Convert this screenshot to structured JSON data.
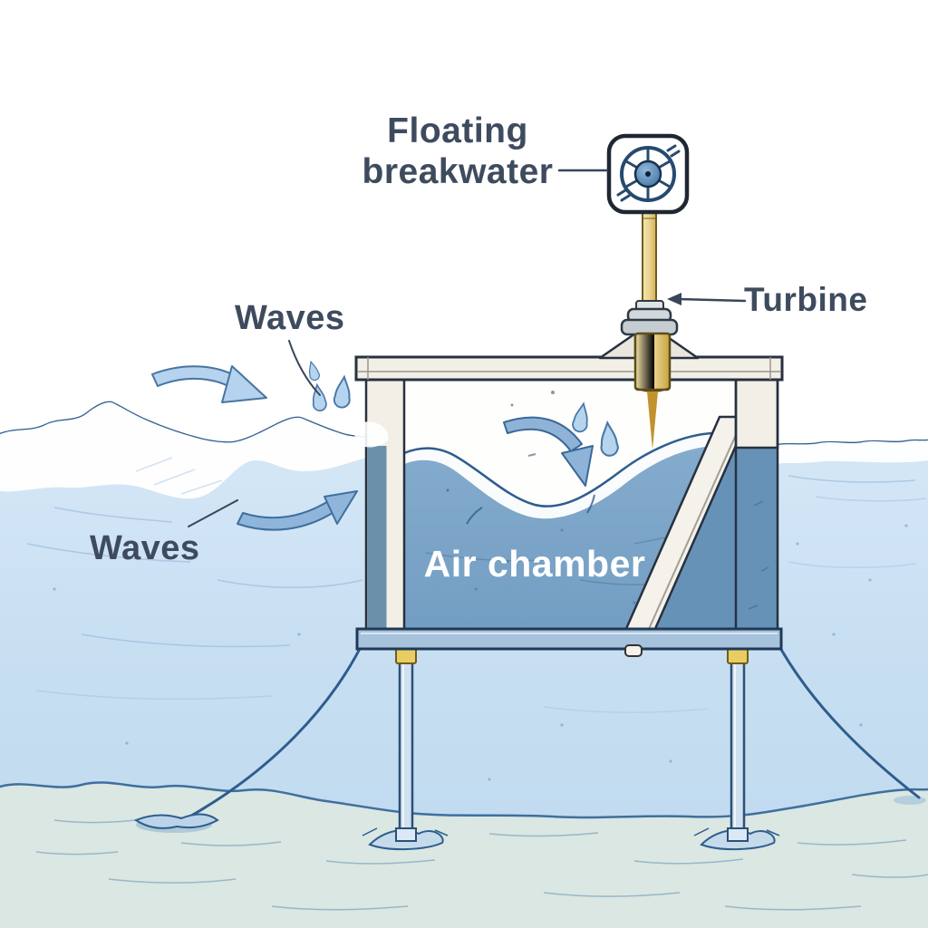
{
  "diagram": {
    "type": "oscillating-water-column floating breakwater schematic",
    "labels": {
      "floating_line1": "Floating",
      "floating_line2": "breakwater",
      "turbine": "Turbine",
      "waves_top": "Waves",
      "waves_bottom": "Waves",
      "air_chamber": "Air chamber"
    },
    "icons": {
      "turbine_top_view": "rounded-square badge with 6-spoke rotor and blue hub",
      "flow_arrows": "curved blue arrows showing wave and air motion"
    },
    "colors": {
      "label_text": "#3e4b5f",
      "air_chamber_text": "#ffffff",
      "outline": "#27313f",
      "sea_surface_line": "#2e5c8e",
      "open_water_top": "#d6e8f7",
      "open_water_bottom": "#bdd8ee",
      "chamber_water": "#7ca6ca",
      "chamber_water_dark": "#6792b8",
      "structure_fill": "#f2efe7",
      "shaft_yellow": "#e6c96a",
      "seabed_fill": "#dae7e2",
      "arrow_fill": "#a9c9e7",
      "foam": "#ffffff"
    }
  }
}
